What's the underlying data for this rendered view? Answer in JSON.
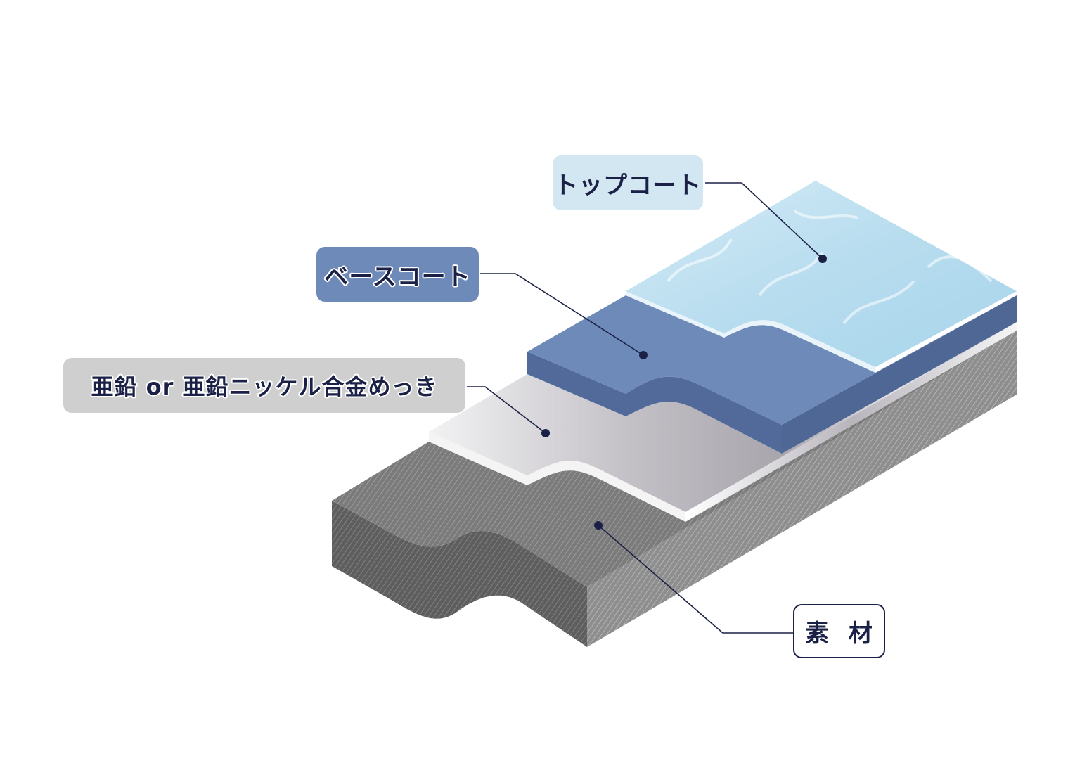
{
  "labels": {
    "top_coat": "トップコート",
    "base_coat": "ベースコート",
    "plating": "亜鉛 or 亜鉛ニッケル合金めっき",
    "substrate": "素 材"
  },
  "colors": {
    "top_coat": "#a8d2e8",
    "base_coat": "#6e8ab8",
    "base_coat_dark": "#4d6592",
    "plating": "#c7c4cb",
    "substrate": "#7a7a7a",
    "leader_line": "#1b2146"
  }
}
